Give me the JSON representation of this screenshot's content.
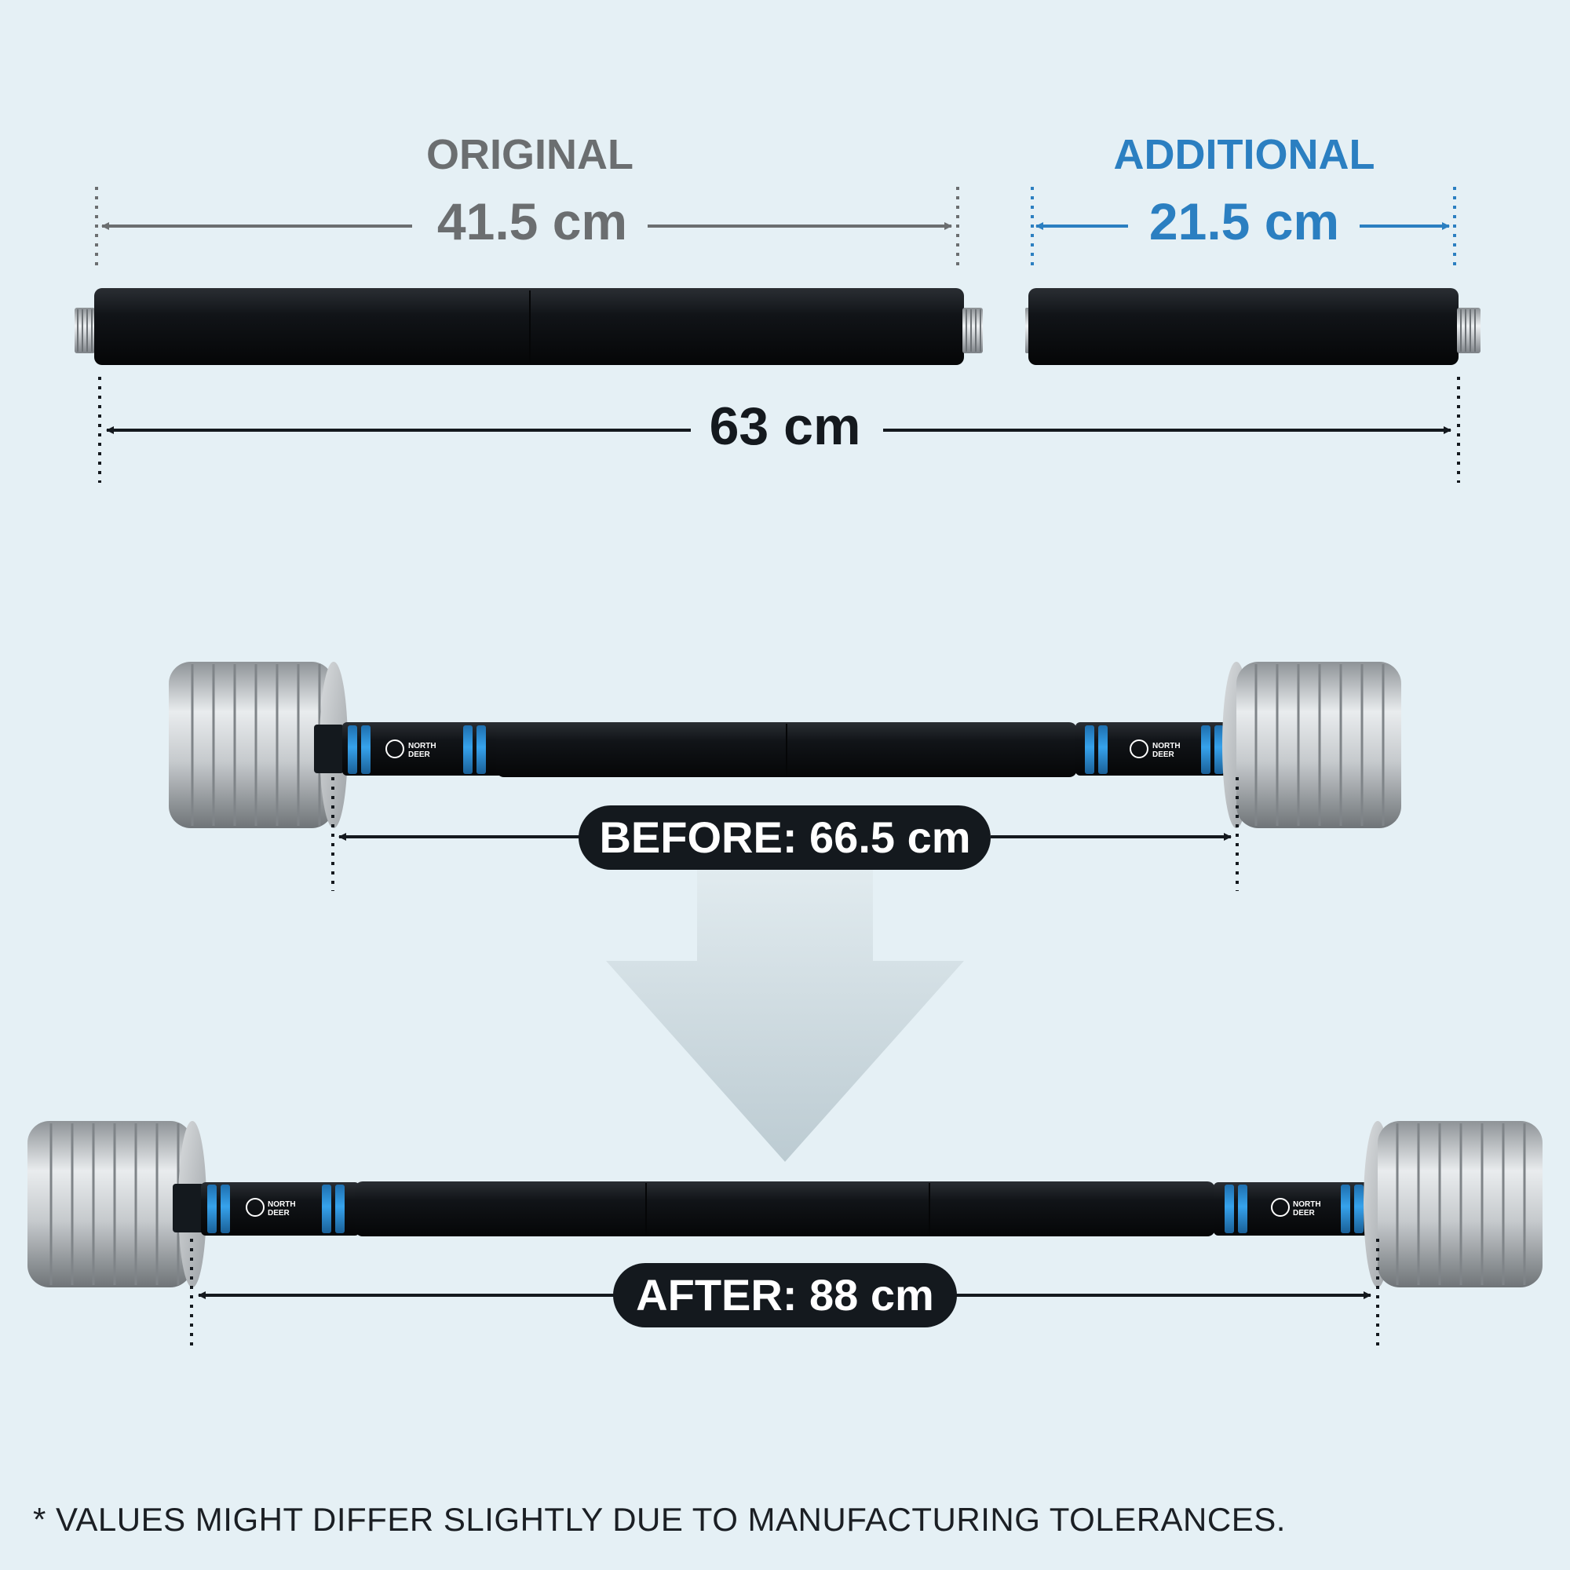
{
  "labels": {
    "original_title": "ORIGINAL",
    "original_length": "41.5 cm",
    "additional_title": "ADDITIONAL",
    "additional_length": "21.5 cm",
    "total_length": "63 cm",
    "before": "BEFORE: 66.5 cm",
    "after": "AFTER: 88 cm",
    "footnote": "* VALUES MIGHT DIFFER SLIGHTLY DUE TO MANUFACTURING TOLERANCES."
  },
  "brand": {
    "logo_text": [
      "NORTH",
      "DEER"
    ]
  },
  "colors": {
    "background": "#e5f0f5",
    "original": "#6b6e70",
    "additional": "#2b7fc1",
    "dark": "#14191e",
    "accent_blue": "#2a8fd6",
    "arrow_fill": "#c4d0d6"
  }
}
